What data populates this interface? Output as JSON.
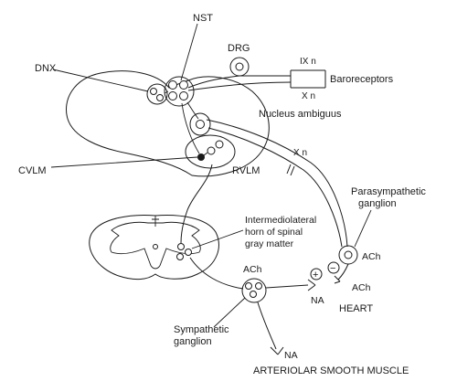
{
  "labels": {
    "nst": "NST",
    "drg": "DRG",
    "dnx": "DNX",
    "ix_n": "IX n",
    "baroreceptors": "Baroreceptors",
    "x_n_upper": "X n",
    "nucleus_ambiguus": "Nucleus ambiguus",
    "x_n_lower": "X n",
    "cvlm": "CVLM",
    "rvlm": "RVLM",
    "parasympathetic_1": "Parasympathetic",
    "parasympathetic_2": "ganglion",
    "intermediolateral_1": "Intermediolateral",
    "intermediolateral_2": "horn of spinal",
    "intermediolateral_3": "gray matter",
    "ach_parasympathetic": "ACh",
    "plus": "+",
    "minus": "−",
    "ach_heart": "ACh",
    "ach_sympathetic": "ACh",
    "na_heart": "NA",
    "heart": "HEART",
    "sympathetic_1": "Sympathetic",
    "sympathetic_2": "ganglion",
    "na_muscle": "NA",
    "arteriolar": "ARTERIOLAR SMOOTH MUSCLE"
  }
}
